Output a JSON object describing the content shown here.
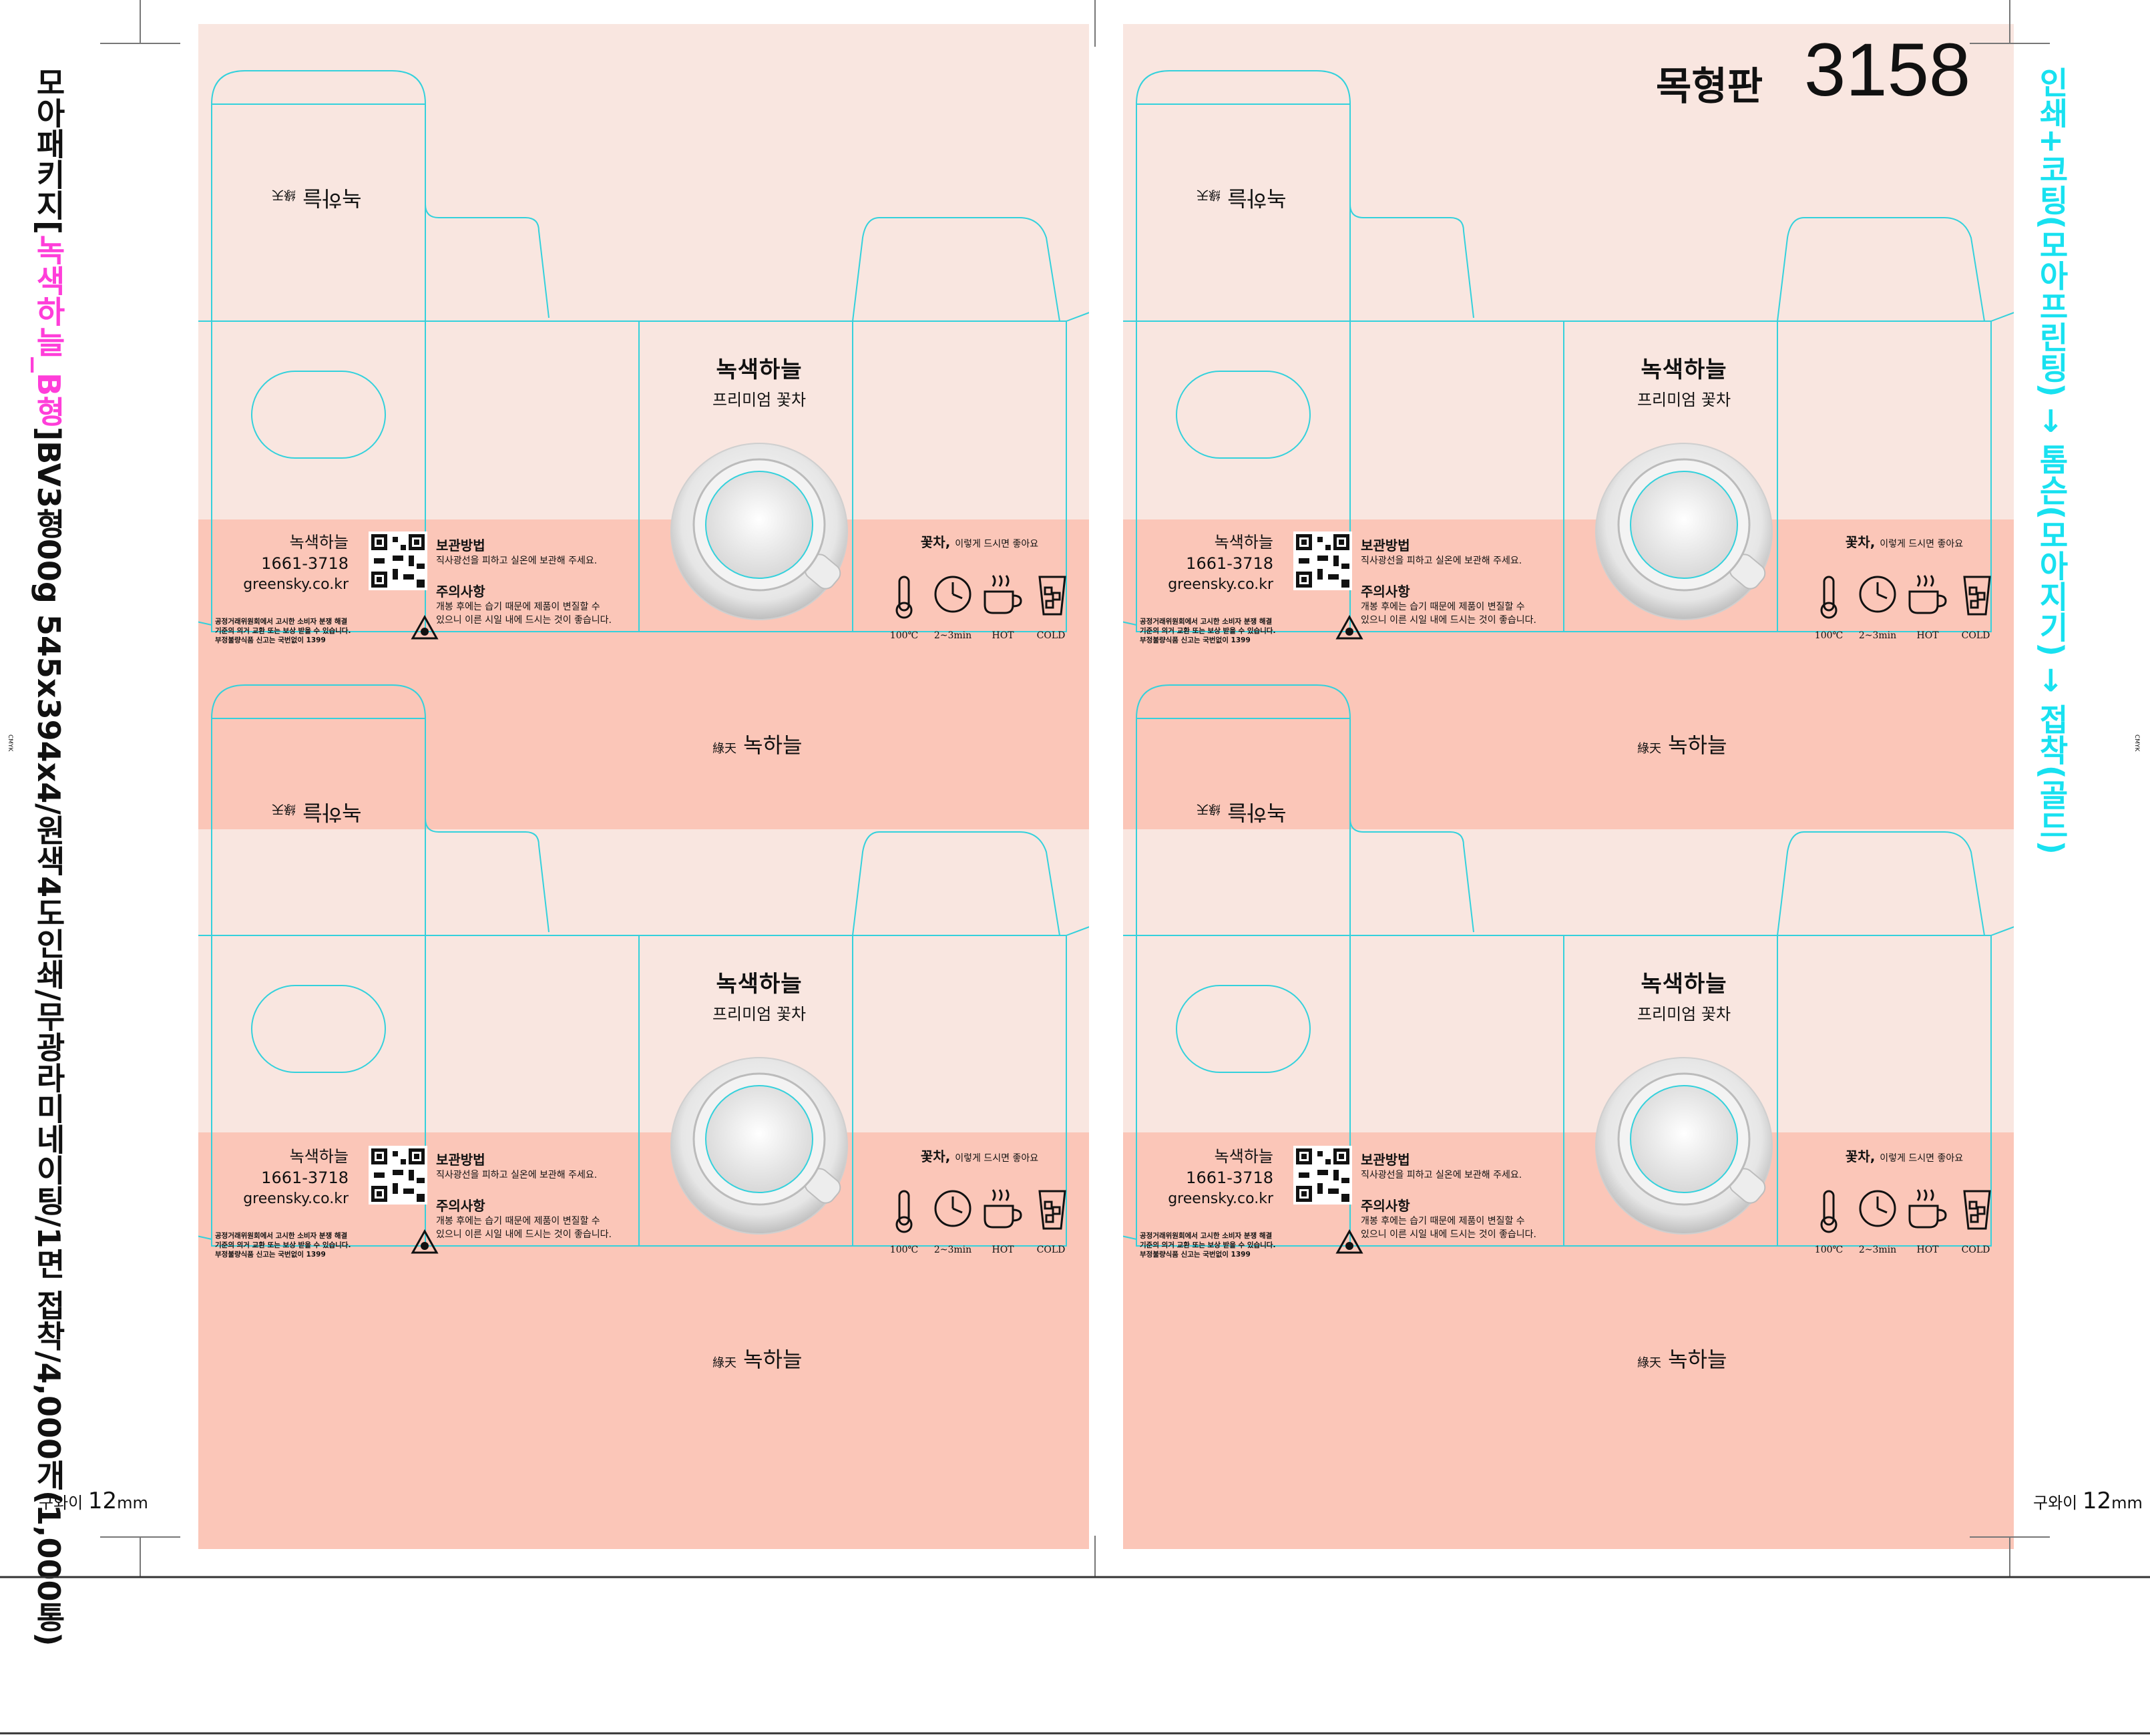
{
  "die_number": {
    "label": "목형판",
    "number": "3158"
  },
  "left_margin": {
    "spec_prefix": "모아패키지[",
    "spec_highlight": "녹색하늘_B형",
    "spec_suffix": "]BV3형00g 545x394x4/원색4도인쇄/무광라미네이팅/1면 접착/4,000개(1,000통)"
  },
  "right_margin": {
    "process": "인쇄+코팅(모아프린팅) → 톰슨(모아지기) → 접착(골드)"
  },
  "bleed_note": {
    "left": "구와이",
    "value": "12",
    "unit": "mm"
  },
  "color_strip": "CMYK",
  "box": {
    "brand": "녹색하늘",
    "subtitle": "프리미엄 꽃차",
    "logo_text": "녹하늘",
    "logo_seal": "綠天",
    "contact_name": "녹색하늘",
    "phone": "1661-3718",
    "website": "greensky.co.kr",
    "fine_print": [
      "공정거래위원회에서 고시한 소비자 분쟁 해결",
      "기준의 의거 교환 또는 보상 받을 수 있습니다.",
      "부정불량식품 신고는 국번없이 1399"
    ],
    "storage_title": "보관방법",
    "storage_text": "직사광선을 피하고 실온에 보관해 주세요.",
    "caution_title": "주의사항",
    "caution_text": [
      "개봉 후에는 습기 때문에 제품이 변질할 수",
      "있으니 이른 시일 내에 드시는 것이 좋습니다."
    ],
    "brew_title": "꽃차,",
    "brew_subtitle": "이렇게 드시면 좋아요",
    "brew_icons": [
      {
        "icon": "thermometer-icon",
        "label": "100℃"
      },
      {
        "icon": "clock-icon",
        "label": "2~3min"
      },
      {
        "icon": "hot-cup-icon",
        "label": "HOT"
      },
      {
        "icon": "ice-glass-icon",
        "label": "COLD"
      }
    ]
  },
  "colors": {
    "sheet": "#f9e6e0",
    "band": "#fbc6b8",
    "dieline": "#34d1dc",
    "highlight": "#ff3ed9"
  }
}
